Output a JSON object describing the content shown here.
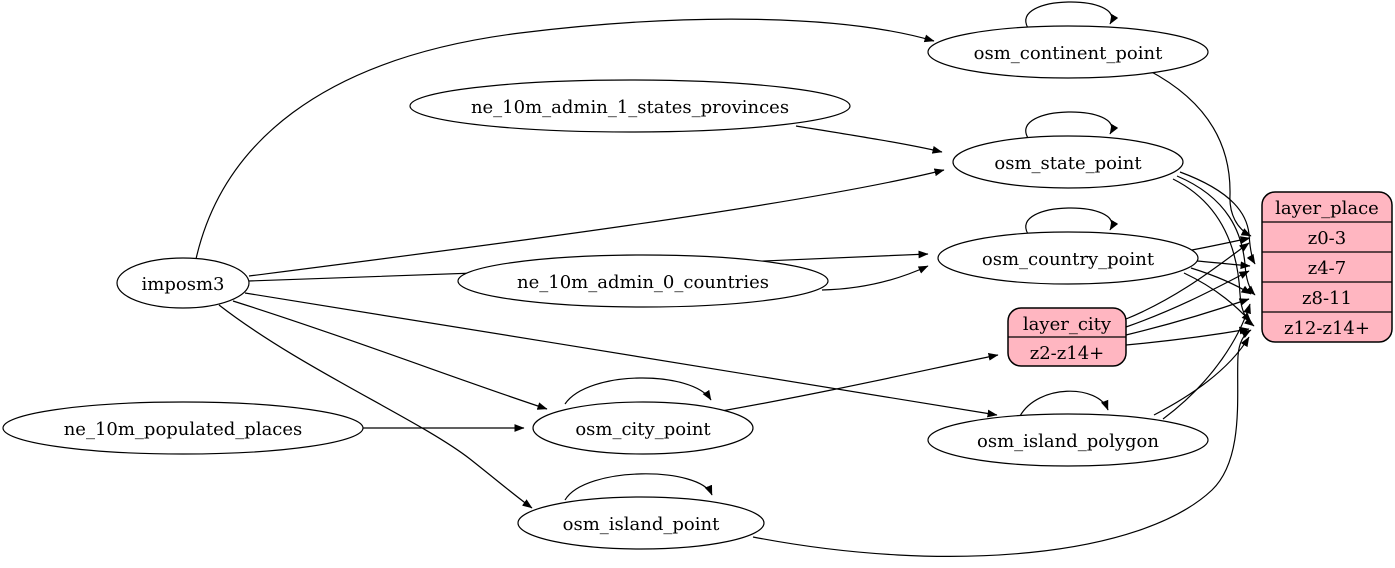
{
  "diagram": {
    "type": "etl-graphviz-digraph",
    "colors": {
      "background": "#ffffff",
      "node_fill": "#ffffff",
      "record_fill": "#ffb6c1",
      "stroke": "#000000"
    },
    "nodes": {
      "imposm3": "imposm3",
      "ne_10m_admin_1_states_provinces": "ne_10m_admin_1_states_provinces",
      "ne_10m_admin_0_countries": "ne_10m_admin_0_countries",
      "ne_10m_populated_places": "ne_10m_populated_places",
      "osm_continent_point": "osm_continent_point",
      "osm_state_point": "osm_state_point",
      "osm_country_point": "osm_country_point",
      "osm_city_point": "osm_city_point",
      "osm_island_polygon": "osm_island_polygon",
      "osm_island_point": "osm_island_point"
    },
    "records": {
      "layer_place": {
        "title": "layer_place",
        "rows": [
          "z0-3",
          "z4-7",
          "z8-11",
          "z12-z14+"
        ]
      },
      "layer_city": {
        "title": "layer_city",
        "rows": [
          "z2-z14+"
        ]
      }
    },
    "self_loops": [
      "osm_continent_point",
      "osm_state_point",
      "osm_country_point",
      "osm_city_point",
      "osm_island_polygon",
      "osm_island_point"
    ],
    "edges": [
      {
        "from": "imposm3",
        "to": "osm_continent_point"
      },
      {
        "from": "imposm3",
        "to": "osm_state_point"
      },
      {
        "from": "imposm3",
        "to": "osm_country_point"
      },
      {
        "from": "imposm3",
        "to": "osm_city_point"
      },
      {
        "from": "imposm3",
        "to": "osm_island_polygon"
      },
      {
        "from": "imposm3",
        "to": "osm_island_point"
      },
      {
        "from": "ne_10m_admin_1_states_provinces",
        "to": "osm_state_point"
      },
      {
        "from": "ne_10m_admin_0_countries",
        "to": "osm_country_point"
      },
      {
        "from": "ne_10m_populated_places",
        "to": "osm_city_point"
      },
      {
        "from": "osm_city_point",
        "to": "layer_city",
        "row": "z2-z14+"
      },
      {
        "from": "osm_continent_point",
        "to": "layer_place",
        "row": "z0-3"
      },
      {
        "from": "osm_country_point",
        "to": "layer_place",
        "row": "z0-3"
      },
      {
        "from": "osm_country_point",
        "to": "layer_place",
        "row": "z4-7"
      },
      {
        "from": "osm_country_point",
        "to": "layer_place",
        "row": "z8-11"
      },
      {
        "from": "osm_country_point",
        "to": "layer_place",
        "row": "z12-z14+"
      },
      {
        "from": "osm_state_point",
        "to": "layer_place",
        "row": "z4-7"
      },
      {
        "from": "osm_state_point",
        "to": "layer_place",
        "row": "z8-11"
      },
      {
        "from": "osm_state_point",
        "to": "layer_place",
        "row": "z12-z14+"
      },
      {
        "from": "layer_city",
        "to": "layer_place",
        "row": "z0-3"
      },
      {
        "from": "layer_city",
        "to": "layer_place",
        "row": "z4-7"
      },
      {
        "from": "layer_city",
        "to": "layer_place",
        "row": "z8-11"
      },
      {
        "from": "layer_city",
        "to": "layer_place",
        "row": "z12-z14+"
      },
      {
        "from": "osm_island_polygon",
        "to": "layer_place",
        "row": "z8-11"
      },
      {
        "from": "osm_island_polygon",
        "to": "layer_place",
        "row": "z12-z14+"
      },
      {
        "from": "osm_island_point",
        "to": "layer_place",
        "row": "z12-z14+"
      }
    ]
  }
}
